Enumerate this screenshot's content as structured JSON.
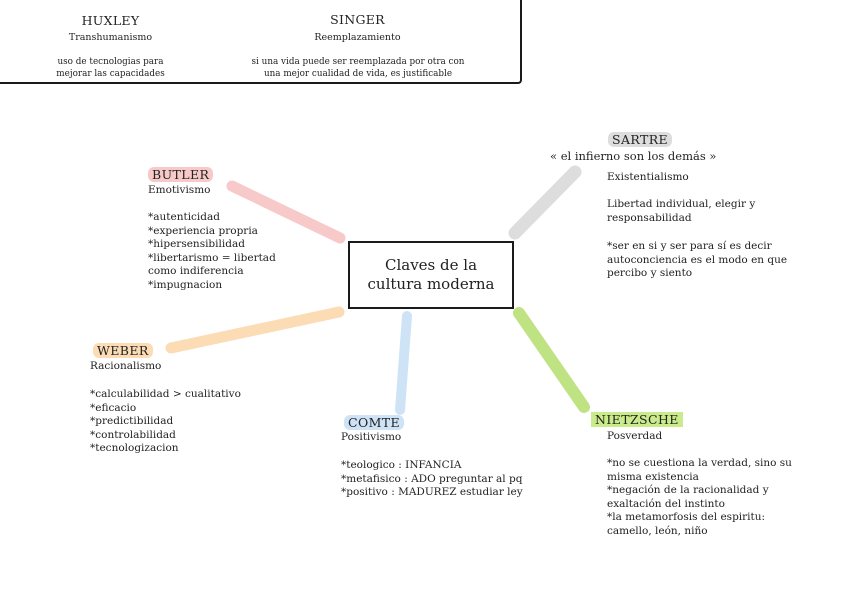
{
  "top_box": {
    "huxley": {
      "name": "HUXLEY",
      "subtitle": "Transhumanismo",
      "line1": "uso de tecnologias para",
      "line2": "mejorar las capacidades"
    },
    "singer": {
      "name": "SINGER",
      "subtitle": "Reemplazamiento",
      "line1": "si una vida puede ser reemplazada por otra con",
      "line2": "una mejor cualidad de vida, es justificable"
    }
  },
  "center": {
    "line1": "Claves de la",
    "line2": "cultura moderna"
  },
  "nodes": {
    "butler": {
      "name": "BUTLER",
      "subtitle": "Emotivismo",
      "body": "*autenticidad\n*experiencia propria\n*hipersensibilidad\n*libertarismo = libertad\ncomo indiferencia\n*impugnacion"
    },
    "sartre": {
      "name": "SARTRE",
      "quote": "« el infierno son los demás »",
      "subtitle": "Existentialismo",
      "body1": "Libertad individual, elegir y\nresponsabilidad",
      "body2": "*ser en si y ser para sí es decir\nautoconciencia es el modo en que\npercibo y siento"
    },
    "weber": {
      "name": "WEBER",
      "subtitle": "Racionalismo",
      "body": "*calculabilidad > cualitativo\n*eficacio\n*predictibilidad\n*controlabilidad\n*tecnologizacion"
    },
    "comte": {
      "name": "COMTE",
      "subtitle": "Positivismo",
      "body": "*teologico : INFANCIA\n*metafisico : ADO preguntar al pq\n*positivo : MADUREZ estudiar ley"
    },
    "nietzsche": {
      "name": "NIETZSCHE",
      "subtitle": "Posverdad",
      "body": "*no se cuestiona la verdad, sino su\nmisma existencia\n*negación de la racionalidad y\nexaltación del instinto\n*la metamorfosis del espiritu:\ncamello, león, niño"
    }
  },
  "colors": {
    "butler": "#f8c9c9",
    "sartre": "#dddddd",
    "weber": "#fbdcb5",
    "comte": "#cfe3f7",
    "nietzsche": "#bfe382",
    "nietzsche_highlight": "#c9eb8a"
  }
}
